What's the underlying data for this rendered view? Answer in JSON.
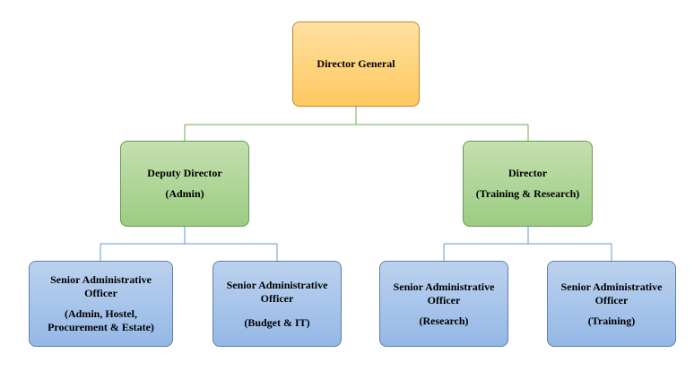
{
  "colors": {
    "top_fill": "#ffc860",
    "top_border": "#b98a36",
    "mid_fill": "#a9d18e",
    "mid_border": "#6e955c",
    "leaf_fill": "#9dc3e6",
    "leaf_border": "#5f7fae",
    "green_connector": "#70ad47",
    "blue_connector": "#5b9bd5"
  },
  "nodes": {
    "director_general": {
      "line1": "Director General"
    },
    "deputy_director": {
      "line1": "Deputy Director",
      "line2": "(Admin)"
    },
    "director_training": {
      "line1": "Director",
      "line2": "(Training & Research)"
    },
    "sao_admin": {
      "line1": "Senior Administrative",
      "line2": "Officer",
      "line3": "(Admin, Hostel,",
      "line4": "Procurement & Estate)"
    },
    "sao_budget": {
      "line1": "Senior Administrative",
      "line2": "Officer",
      "line3": "(Budget & IT)"
    },
    "sao_research": {
      "line1": "Senior Administrative",
      "line2": "Officer",
      "line3": "(Research)"
    },
    "sao_training": {
      "line1": "Senior Administrative",
      "line2": "Officer",
      "line3": "(Training)"
    }
  }
}
